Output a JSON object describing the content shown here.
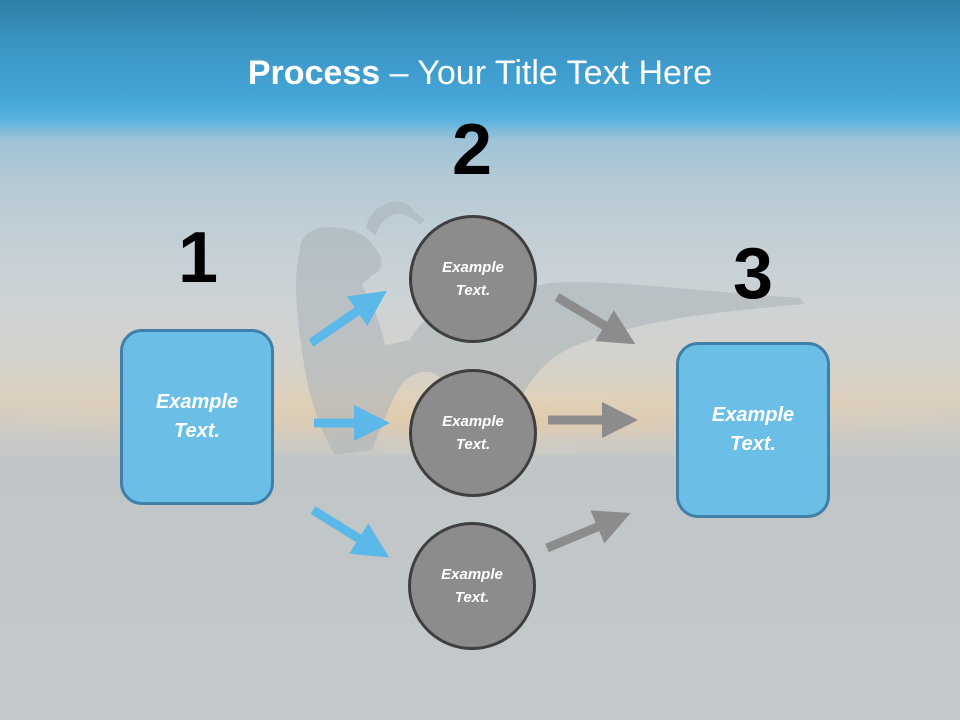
{
  "title": {
    "bold": "Process",
    "rest": " – Your Title Text Here"
  },
  "steps": {
    "one": "1",
    "two": "2",
    "three": "3"
  },
  "left_box": {
    "line1": "Example",
    "line2": "Text."
  },
  "right_box": {
    "line1": "Example",
    "line2": "Text."
  },
  "circles": [
    {
      "line1": "Example",
      "line2": "Text."
    },
    {
      "line1": "Example",
      "line2": "Text."
    },
    {
      "line1": "Example",
      "line2": "Text."
    }
  ],
  "colors": {
    "box_fill": "#6bbfe6",
    "box_border": "#3f7fa8",
    "circle_fill": "#8c8c8c",
    "circle_border": "#3f3f3f",
    "arrow_blue": "#5bb8e8",
    "arrow_gray": "#8c8c8c"
  }
}
